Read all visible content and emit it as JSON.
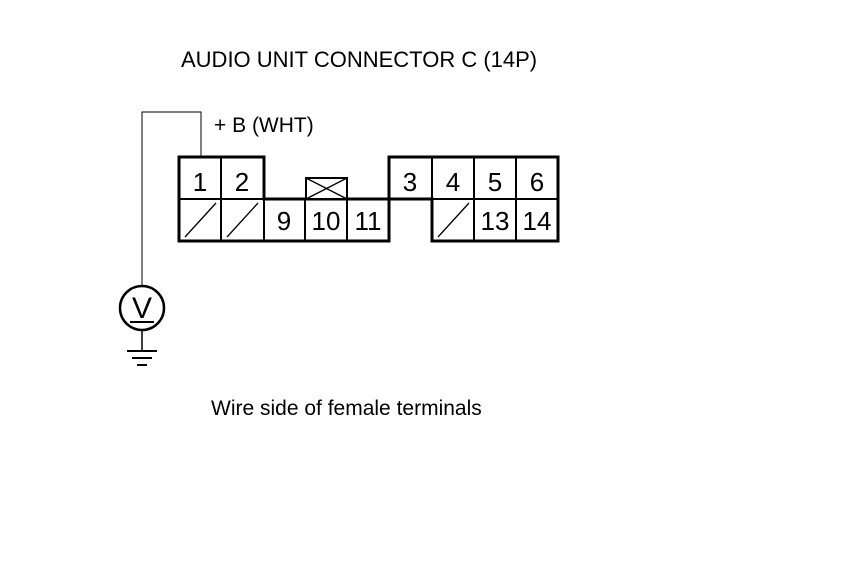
{
  "title": "AUDIO UNIT CONNECTOR C (14P)",
  "wire_label": "+ B (WHT)",
  "caption": "Wire side of female terminals",
  "meter_symbol": "V",
  "connector": {
    "top_row_left": [
      "1",
      "2"
    ],
    "top_row_right": [
      "3",
      "4",
      "5",
      "6"
    ],
    "bottom_row_middle": [
      "9",
      "10",
      "11"
    ],
    "bottom_row_right": [
      "13",
      "14"
    ]
  }
}
